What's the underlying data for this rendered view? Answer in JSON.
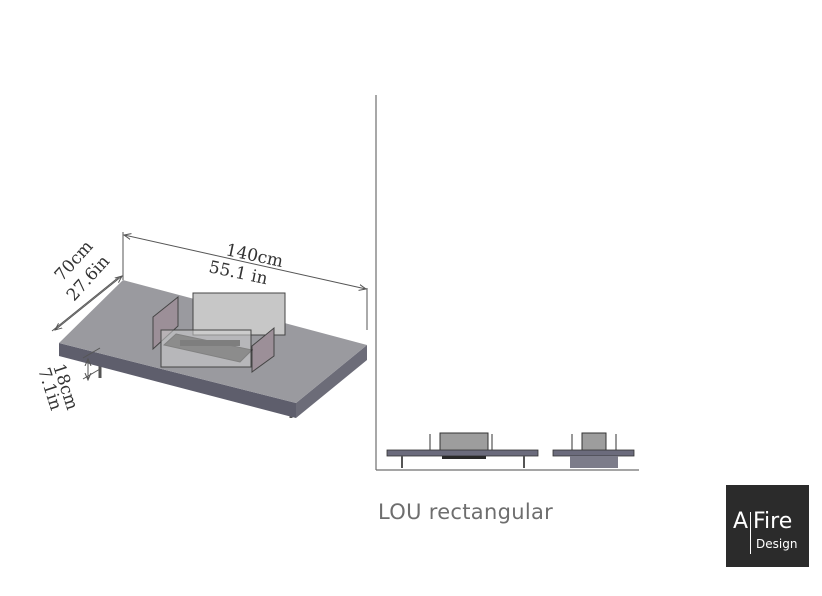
{
  "dimensions": {
    "width_cm": "140cm",
    "width_in": "55.1 in",
    "depth_cm": "70cm",
    "depth_in": "27.6in",
    "height_cm": "18cm",
    "height_in": "7.1in"
  },
  "product": {
    "name": "LOU rectangular"
  },
  "logo": {
    "letter_a": "A",
    "word_fire": "Fire",
    "word_design": "Design"
  },
  "colors": {
    "table_top": "#9a9a9f",
    "table_edge": "#5e5e6c",
    "glass": "#c7c7c7",
    "glass_tinted": "#9c8f98",
    "dim_line": "#555555",
    "logo_bg": "#2b2b2b"
  }
}
